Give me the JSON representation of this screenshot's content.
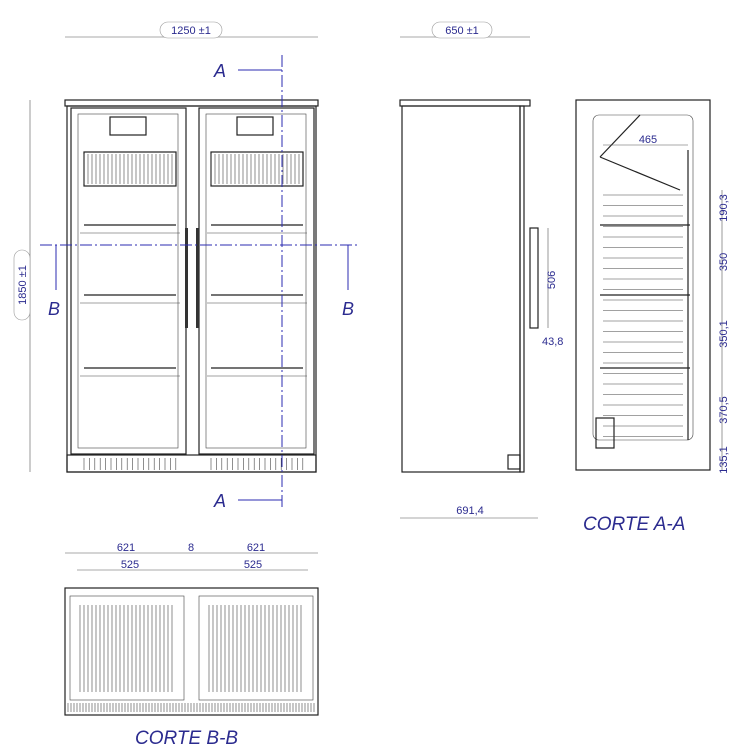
{
  "dimensions": {
    "front_width": "1250 ±1",
    "side_depth": "650 ±1",
    "height": "1850 ±1",
    "handle_length": "506",
    "handle_offset": "43,8",
    "total_depth": "691,4",
    "inner_depth": "465",
    "shelf_spacings": [
      "190,3",
      "350",
      "350,1",
      "370,5",
      "135,1"
    ],
    "bottom_outer": [
      "621",
      "8",
      "621"
    ],
    "bottom_inner": [
      "525",
      "525"
    ]
  },
  "section_markers": {
    "a": "A",
    "b": "B"
  },
  "section_titles": {
    "aa": "CORTE A-A",
    "bb": "CORTE B-B"
  },
  "colors": {
    "annotation": "#2b2b8f",
    "lines": "#222222"
  }
}
